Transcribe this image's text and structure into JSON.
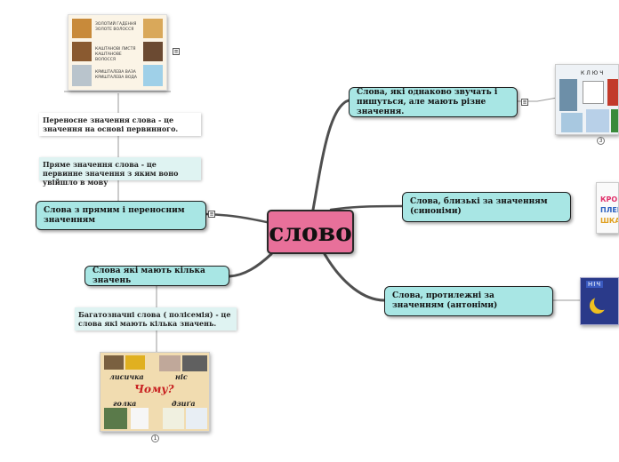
{
  "central": {
    "label": "слово"
  },
  "topics": {
    "homonyms": "Слова, які однаково звучать і пишуться, але мають різне значення.",
    "synonyms": "Слова, близькі за значенням (синоніми)",
    "antonyms": "Слова, протилежні за значенням (антоніми)",
    "literal_figurative": "Слова з прямим і переносним значенням",
    "polysemy": "Слова які мають кілька значень"
  },
  "notes": {
    "figurative": "Переносне значення слова - це значення на основі первинного.",
    "literal": "Пряме значення слова - це первинне значення з яким воно увійшло в мову",
    "polysemy": "Багатозначні слова ( полісемія) - це слова які мають кілька значень."
  },
  "images": {
    "top_left": {
      "lines": [
        "ЗОЛОТИЙ ГАДЕННЯ ЗОЛОТЕ ВОЛОССЯ",
        "КАШТАНОВІ ЛИСТЯ КАШТАНОВЕ ВОЛОССЯ",
        "КРИШТАЛЕВА ВАЗА КРИШТАЛЕВА ВОДА"
      ]
    },
    "homonyms": {
      "title": "КЛЮЧ",
      "count": "3"
    },
    "synonyms": {
      "lines": [
        "КРОК",
        "ПЛЕН",
        "ШКАЛ"
      ]
    },
    "antonyms": {
      "title": "НІЧ"
    },
    "polysemy": {
      "words": [
        "лисичка",
        "ніс",
        "голка",
        "дзиґа"
      ],
      "question": "Чому?",
      "count": "1"
    }
  },
  "colors": {
    "topic_fill": "#a8e6e4",
    "central_fill": "#e8709a",
    "link": "#4a4a4a"
  }
}
